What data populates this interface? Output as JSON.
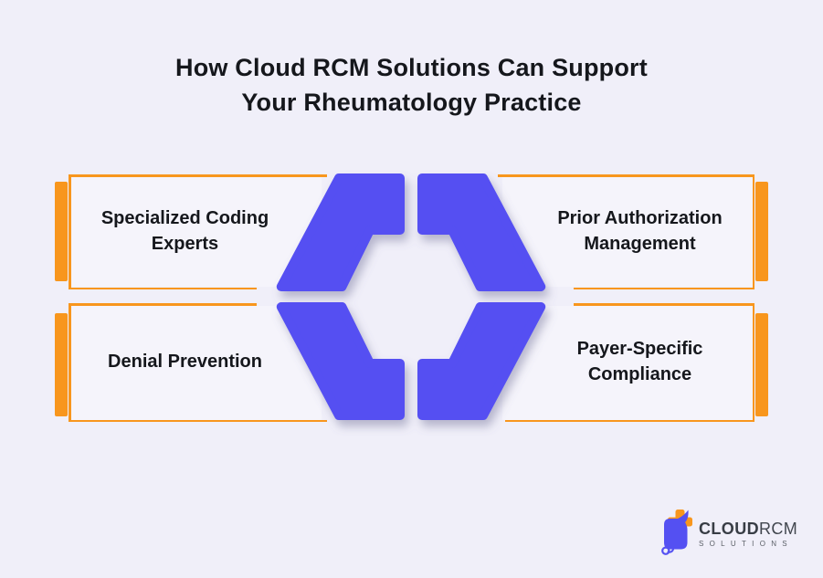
{
  "title": "How Cloud RCM Solutions Can Support\nYour Rheumatology Practice",
  "cards": {
    "top_left": {
      "label": "Specialized Coding\nExperts"
    },
    "top_right": {
      "label": "Prior Authorization\nManagement"
    },
    "bottom_left": {
      "label": "Denial Prevention"
    },
    "bottom_right": {
      "label": "Payer-Specific\nCompliance"
    }
  },
  "logo": {
    "name_primary": "CLOUD",
    "name_secondary": "RCM",
    "subtitle": "SOLUTIONS"
  },
  "colors": {
    "background": "#F0EFF9",
    "accent_orange": "#F8961D",
    "accent_purple": "#5450F2",
    "text": "#15171C"
  }
}
